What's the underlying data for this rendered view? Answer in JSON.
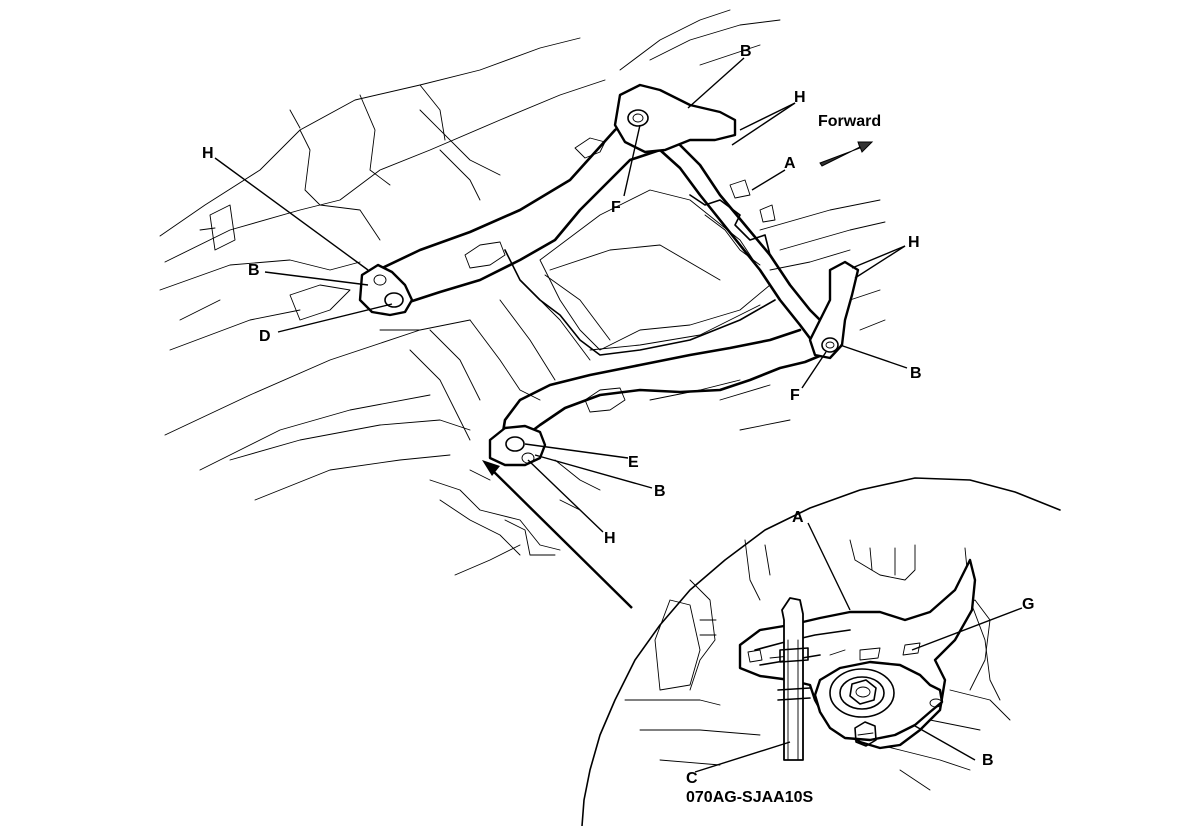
{
  "diagram_code": "070AG-SJAA10S",
  "direction_label": "Forward",
  "labels": {
    "b_top": "B",
    "h_top_right": "H",
    "a_top": "A",
    "f_top": "F",
    "h_left": "H",
    "b_left": "B",
    "d_left": "D",
    "h_right": "H",
    "b_right": "B",
    "f_right": "F",
    "e_bottom": "E",
    "b_bottom": "B",
    "h_bottom": "H",
    "a_inset": "A",
    "g_inset": "G",
    "b_inset": "B",
    "c_inset": "C"
  }
}
